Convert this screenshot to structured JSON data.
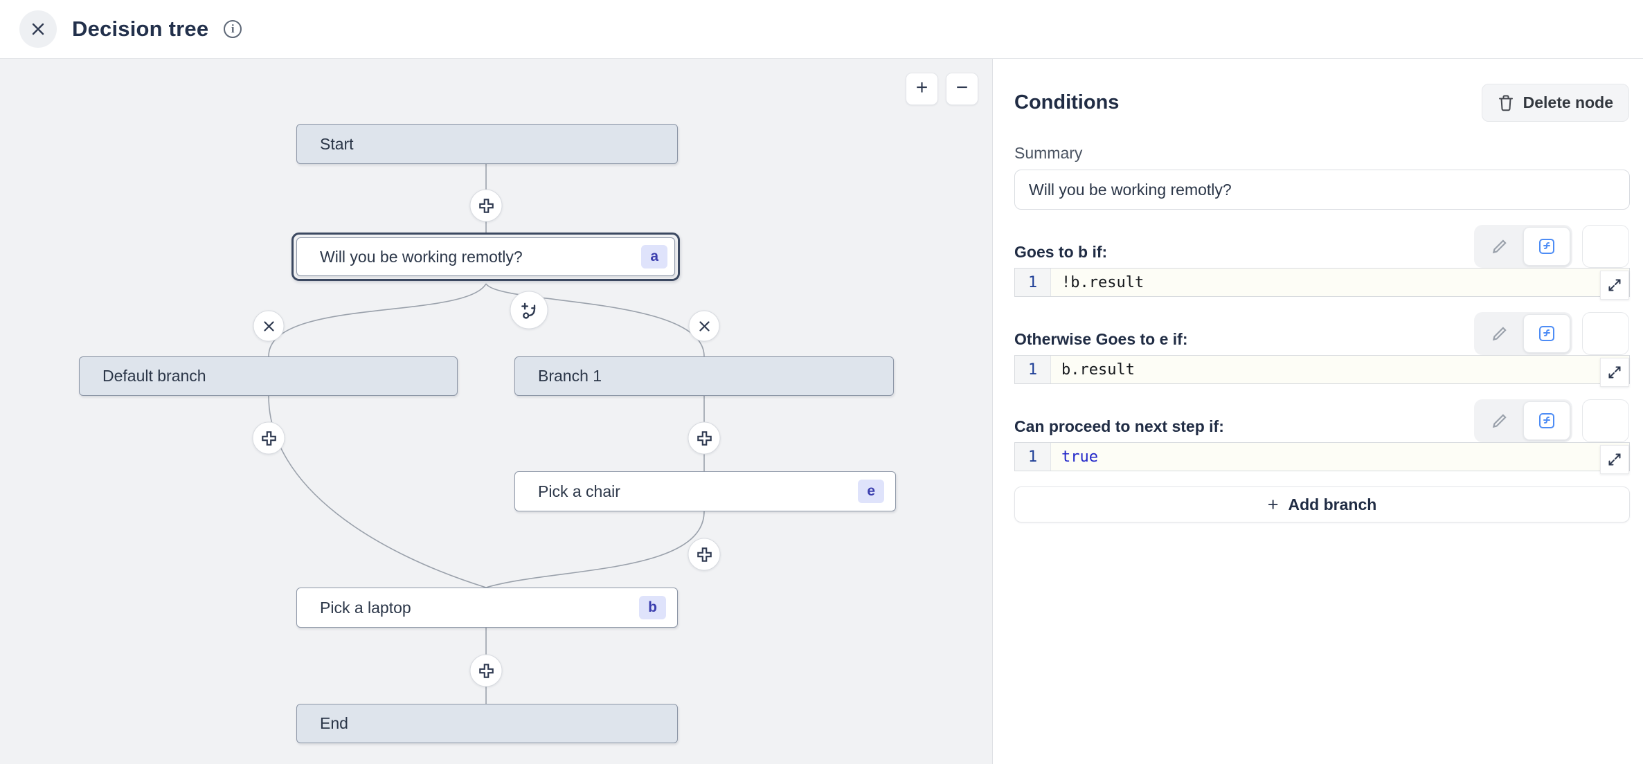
{
  "header": {
    "title": "Decision tree"
  },
  "canvas": {
    "zoom_in": "+",
    "zoom_out": "−",
    "nodes": [
      {
        "id": "start",
        "label": "Start",
        "badge": "",
        "variant": "gray",
        "selected": false
      },
      {
        "id": "question",
        "label": "Will you be working remotly?",
        "badge": "a",
        "variant": "white",
        "selected": true
      },
      {
        "id": "default-branch",
        "label": "Default branch",
        "badge": "",
        "variant": "gray",
        "selected": false
      },
      {
        "id": "branch-1",
        "label": "Branch 1",
        "badge": "",
        "variant": "gray",
        "selected": false
      },
      {
        "id": "pick-chair",
        "label": "Pick a chair",
        "badge": "e",
        "variant": "white",
        "selected": false
      },
      {
        "id": "pick-laptop",
        "label": "Pick a laptop",
        "badge": "b",
        "variant": "white",
        "selected": false
      },
      {
        "id": "end",
        "label": "End",
        "badge": "",
        "variant": "gray",
        "selected": false
      }
    ]
  },
  "panel": {
    "title": "Conditions",
    "delete_button_label": "Delete node",
    "summary_label": "Summary",
    "summary_value": "Will you be working remotly?",
    "conditions": [
      {
        "label": "Goes to b if:",
        "line_number": "1",
        "code": "!b.result"
      },
      {
        "label": "Otherwise Goes to e if:",
        "line_number": "1",
        "code": "b.result"
      },
      {
        "label": "Can proceed to next step if:",
        "line_number": "1",
        "code": "true"
      }
    ],
    "add_branch_plus": "+",
    "add_branch_label": "Add branch"
  },
  "colors": {
    "canvas_bg": "#f1f2f4",
    "node_gray_fill": "#dee4ec",
    "node_border": "#8d97a7",
    "selected_ring": "#3c4961",
    "edge": "#9aa1ab",
    "badge_bg": "#dfe3fb",
    "badge_text": "#3b3eae",
    "accent_blue": "#4d8cf5",
    "keyword_blue": "#2227c9",
    "line_number": "#1f3f97",
    "heading_text": "#202c44"
  }
}
